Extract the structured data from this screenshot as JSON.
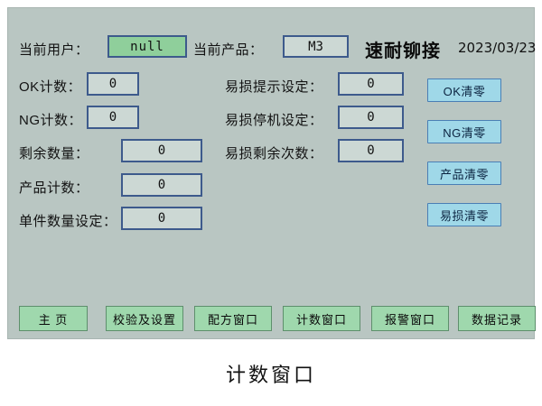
{
  "header": {
    "user_label": "当前用户：",
    "user_value": "null",
    "product_label": "当前产品：",
    "product_value": "M3",
    "brand_title": "速耐铆接",
    "date": "2023/03/23"
  },
  "left_fields": [
    {
      "label": "OK计数：",
      "value": "0"
    },
    {
      "label": "NG计数：",
      "value": "0"
    },
    {
      "label": "剩余数量：",
      "value": "0"
    },
    {
      "label": "产品计数：",
      "value": "0"
    },
    {
      "label": "单件数量设定：",
      "value": "0"
    }
  ],
  "middle_fields": [
    {
      "label": "易损提示设定：",
      "value": "0"
    },
    {
      "label": "易损停机设定：",
      "value": "0"
    },
    {
      "label": "易损剩余次数：",
      "value": "0"
    }
  ],
  "clear_buttons": [
    {
      "label": "OK清零"
    },
    {
      "label": "NG清零"
    },
    {
      "label": "产品清零"
    },
    {
      "label": "易损清零"
    }
  ],
  "nav_buttons": [
    {
      "label": "主 页"
    },
    {
      "label": "校验及设置"
    },
    {
      "label": "配方窗口"
    },
    {
      "label": "计数窗口"
    },
    {
      "label": "报警窗口"
    },
    {
      "label": "数据记录"
    }
  ],
  "footer": {
    "caption": "计数窗口"
  },
  "colors": {
    "screen_bg": "#b9c6c2",
    "field_bg": "#ccd8d4",
    "field_border": "#3d5a8c",
    "user_field_bg": "#8fcf9b",
    "clear_btn_bg": "#9fd8e8",
    "nav_btn_bg": "#9fd8ad"
  }
}
